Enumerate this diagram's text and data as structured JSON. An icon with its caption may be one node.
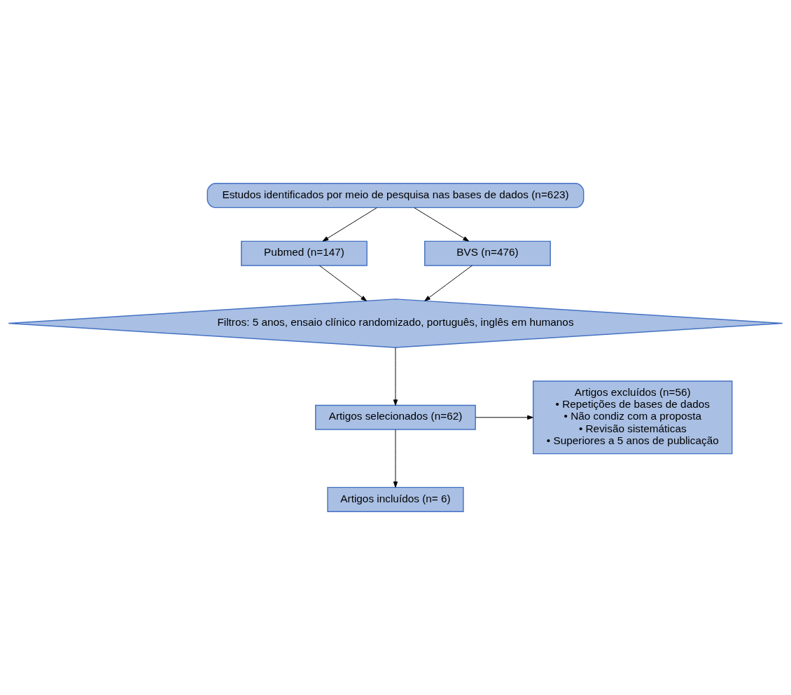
{
  "diagram": {
    "nodes": [
      {
        "text": [
          "Estudos identificados por meio de pesquisa nas bases de dados (n=623)"
        ]
      },
      {
        "text": [
          "Pubmed (n=147)"
        ]
      },
      {
        "text": [
          "BVS (n=476)"
        ]
      },
      {
        "text": [
          "Filtros: 5 anos, ensaio clínico randomizado, português, inglês em humanos"
        ]
      },
      {
        "text": [
          "Artigos selecionados (n=62)"
        ]
      },
      {
        "text": [
          "Artigos excluídos (n=56)",
          "• Repetições de bases de dados",
          "• Não condiz com a proposta",
          "• Revisão sistemáticas",
          "• Superiores a 5 anos de publicação"
        ]
      },
      {
        "text": [
          "Artigos incluídos (n= 6)"
        ]
      }
    ],
    "edges": [
      {
        "from": 0,
        "to": 1,
        "arrow": "to"
      },
      {
        "from": 0,
        "to": 2,
        "arrow": "to"
      },
      {
        "from": 1,
        "to": 3,
        "arrow": "to"
      },
      {
        "from": 2,
        "to": 3,
        "arrow": "to"
      },
      {
        "from": 3,
        "to": 4,
        "arrow": "to"
      },
      {
        "from": 4,
        "to": 5,
        "arrow": "to"
      },
      {
        "from": 4,
        "to": 6,
        "arrow": "to"
      }
    ]
  }
}
